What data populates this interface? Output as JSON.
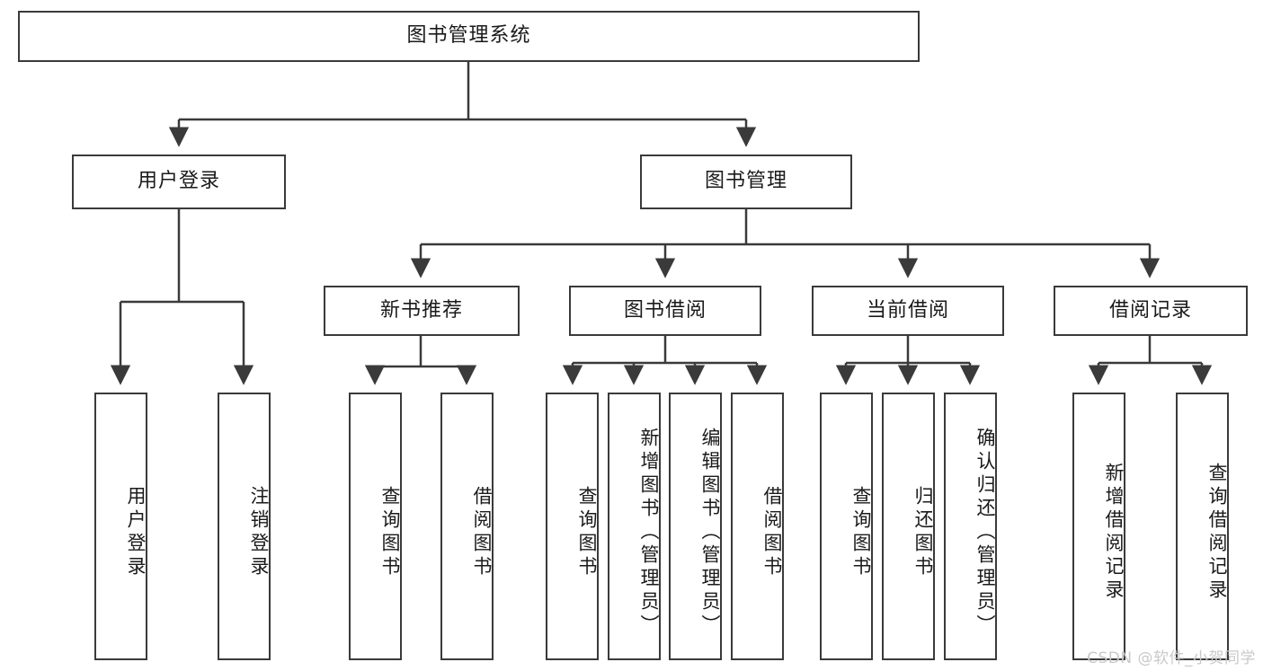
{
  "diagram": {
    "title": "图书管理系统",
    "type": "tree-hierarchy-diagram",
    "colors": {
      "box_border": "#3a3a3a",
      "box_fill": "#ffffff",
      "edge": "#3a3a3a",
      "text": "#1a1a1a",
      "watermark": "#c9c9c9",
      "background": "#ffffff"
    },
    "levels": {
      "root": {
        "label": "图书管理系统"
      },
      "level2": [
        {
          "id": "n_user_login",
          "label": "用户登录"
        },
        {
          "id": "n_book_mgmt",
          "label": "图书管理"
        }
      ],
      "level3": [
        {
          "id": "n_new_book_rec",
          "label": "新书推荐"
        },
        {
          "id": "n_book_borrow",
          "label": "图书借阅"
        },
        {
          "id": "n_current_borrow",
          "label": "当前借阅"
        },
        {
          "id": "n_borrow_record",
          "label": "借阅记录"
        }
      ],
      "leaves": [
        {
          "id": "l1",
          "label": "用户登录",
          "parent": "n_user_login"
        },
        {
          "id": "l2",
          "label": "注销登录",
          "parent": "n_user_login"
        },
        {
          "id": "l3",
          "label": "查询图书",
          "parent": "n_new_book_rec"
        },
        {
          "id": "l4",
          "label": "借阅图书",
          "parent": "n_new_book_rec"
        },
        {
          "id": "l5",
          "label": "查询图书",
          "parent": "n_book_borrow"
        },
        {
          "id": "l6",
          "label": "新增图书（管理员）",
          "parent": "n_book_borrow"
        },
        {
          "id": "l7",
          "label": "编辑图书（管理员）",
          "parent": "n_book_borrow"
        },
        {
          "id": "l8",
          "label": "借阅图书",
          "parent": "n_book_borrow"
        },
        {
          "id": "l9",
          "label": "查询图书",
          "parent": "n_current_borrow"
        },
        {
          "id": "l10",
          "label": "归还图书",
          "parent": "n_current_borrow"
        },
        {
          "id": "l11",
          "label": "确认归还（管理员）",
          "parent": "n_current_borrow"
        },
        {
          "id": "l12",
          "label": "新增借阅记录",
          "parent": "n_borrow_record"
        },
        {
          "id": "l13",
          "label": "查询借阅记录",
          "parent": "n_borrow_record"
        }
      ]
    }
  },
  "watermark": {
    "text": "CSDN @软件_小贺同学"
  }
}
